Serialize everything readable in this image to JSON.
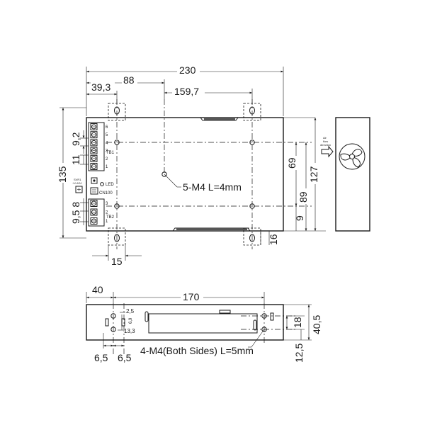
{
  "top_view": {
    "dim_overall_width": "230",
    "dim_88": "88",
    "dim_39_3": "39,3",
    "dim_159_7": "159,7",
    "dim_overall_height": "135",
    "dim_9_2": "9,2",
    "dim_11": "11",
    "dim_9_5_8": "9,5 8",
    "dim_69": "69",
    "dim_89": "89",
    "dim_127": "127",
    "dim_9": "9",
    "dim_16": "16",
    "dim_15": "15",
    "mount_note": "5-M4 L=4mm",
    "tb1_label": "TB1",
    "tb2_label": "TB2",
    "tb1_pins": [
      "6",
      "5",
      "4",
      "3",
      "2",
      "1"
    ],
    "tb2_pins": [
      "3",
      "2",
      "1"
    ],
    "svr_label": "SVR1",
    "vadj_label": "+V ADJ",
    "led_label": "LED",
    "cn_label": "CN100",
    "airflow_line1": "Air",
    "airflow_line2": "flow",
    "airflow_line3": "direction"
  },
  "side_view": {
    "dim_40": "40",
    "dim_170": "170",
    "dim_2_5": "2,5",
    "dim_6_9": "6,9",
    "dim_13_3": "13,3",
    "dim_18": "18",
    "dim_40_5": "40,5",
    "dim_12_5": "12,5",
    "dim_6_5_a": "6,5",
    "dim_6_5_b": "6,5",
    "mount_note": "4-M4(Both Sides) L=5mm"
  },
  "icons": {
    "fan": "fan-icon",
    "arrow": "airflow-arrow-icon"
  }
}
